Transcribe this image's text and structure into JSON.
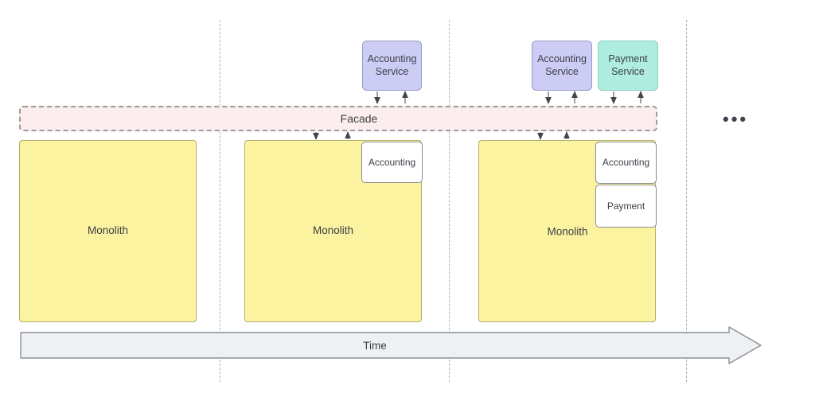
{
  "diagram": {
    "title_label": "Time",
    "facade_label": "Facade",
    "ellipsis_label": "•••",
    "colors": {
      "monolith_fill": "#fcf3a0",
      "monolith_stroke": "#b3ad6e",
      "accounting_service_fill": "#ccccf5",
      "payment_service_fill": "#aeeddf",
      "facade_fill": "#fceeee",
      "facade_stroke": "#9b9b9b",
      "submodule_fill": "#ffffff",
      "arrow_stroke": "#4d5157",
      "timeline_fill": "#eef0f2",
      "timeline_stroke": "#8a9099",
      "divider_stroke": "#b0b0b0"
    },
    "stages": [
      {
        "name": "stage-1",
        "monolith_label": "Monolith",
        "services": [],
        "submodules": []
      },
      {
        "name": "stage-2",
        "monolith_label": "Monolith",
        "services": [
          {
            "label": "Accounting\nService",
            "line1": "Accounting",
            "line2": "Service",
            "kind": "accounting"
          }
        ],
        "submodules": [
          {
            "label": "Accounting"
          }
        ]
      },
      {
        "name": "stage-3",
        "monolith_label": "Monolith",
        "services": [
          {
            "label": "Accounting\nService",
            "line1": "Accounting",
            "line2": "Service",
            "kind": "accounting"
          },
          {
            "label": "Payment\nService",
            "line1": "Payment",
            "line2": "Service",
            "kind": "payment"
          }
        ],
        "submodules": [
          {
            "label": "Accounting"
          },
          {
            "label": "Payment"
          }
        ]
      }
    ]
  }
}
